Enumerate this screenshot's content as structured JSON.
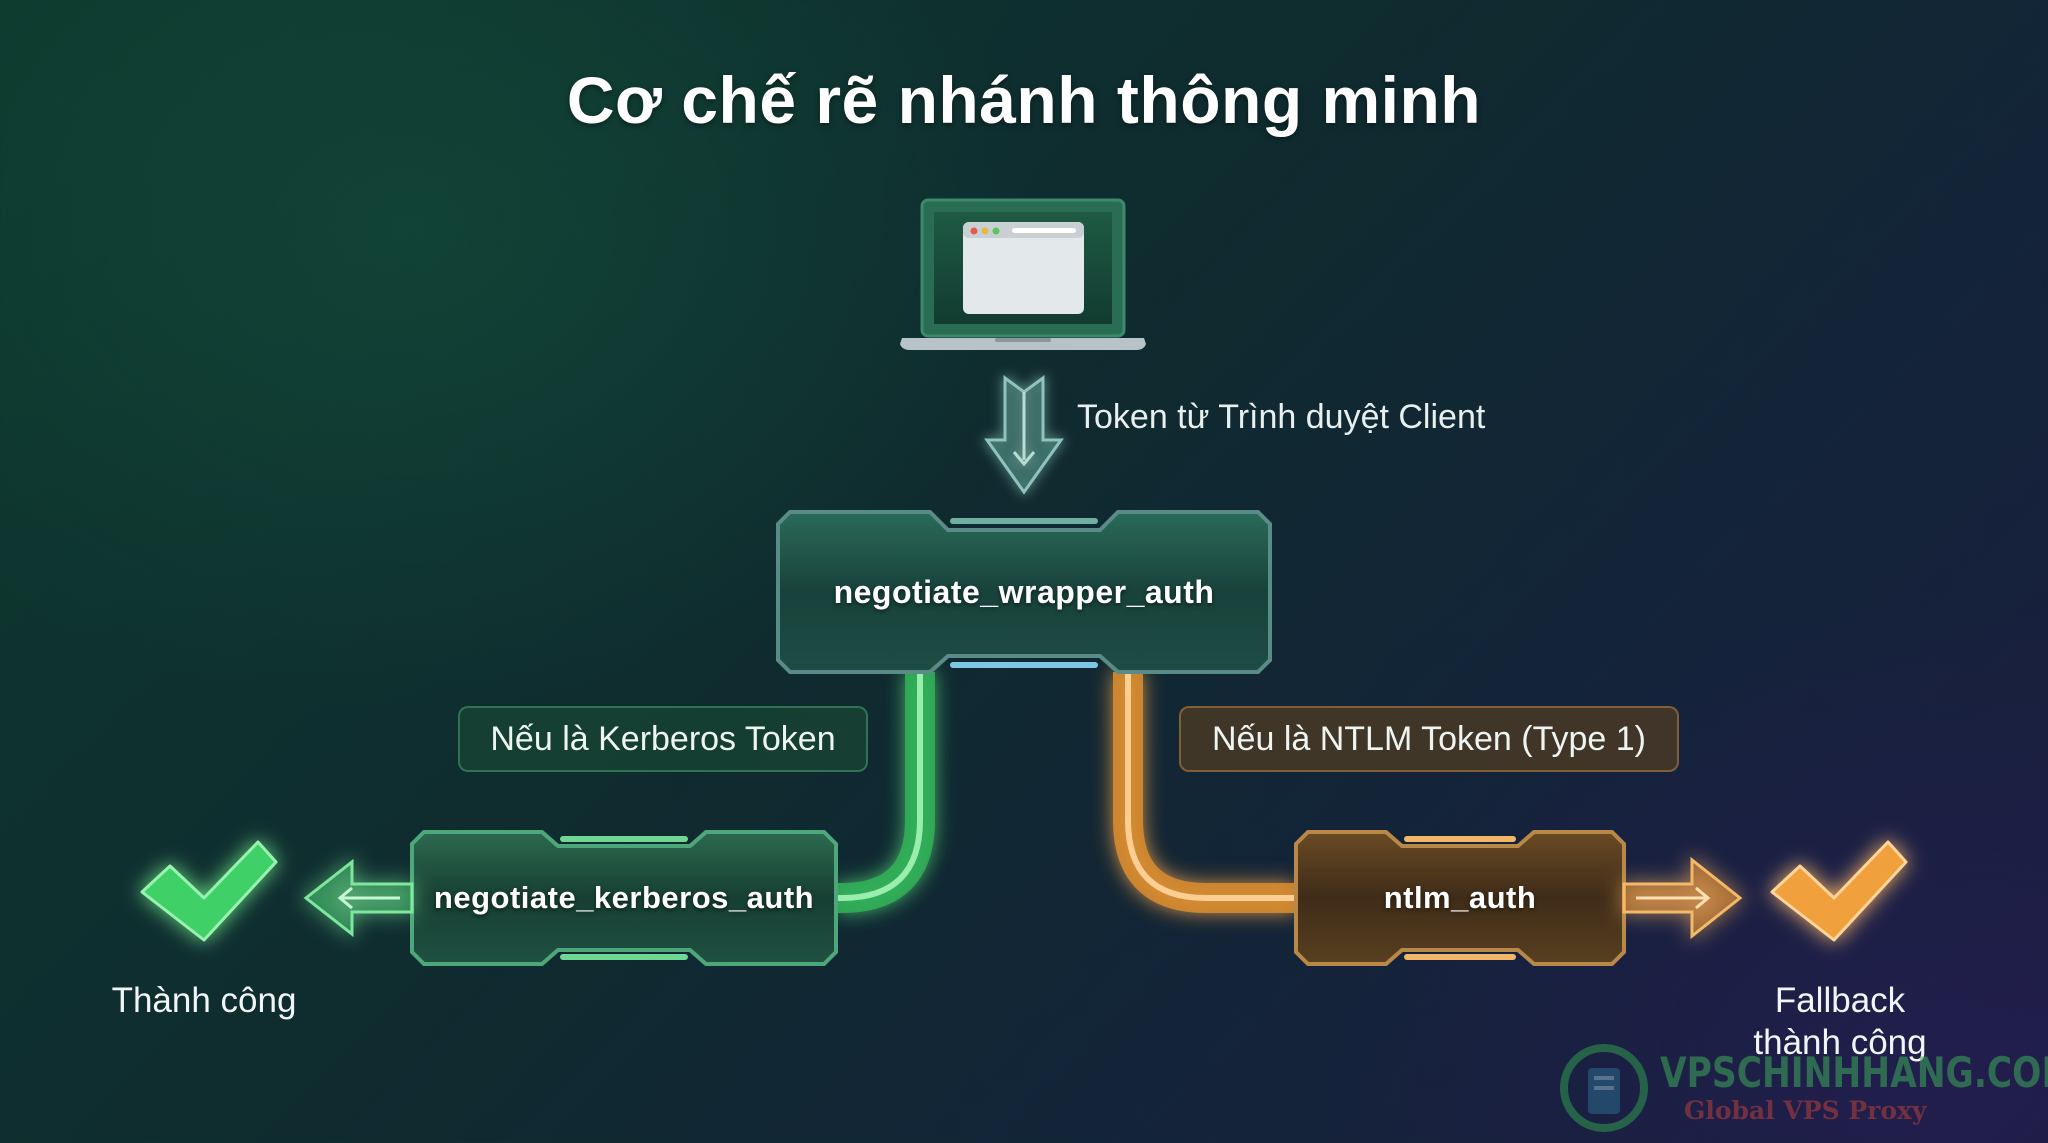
{
  "title": "Cơ chế rẽ nhánh thông minh",
  "input": {
    "label": "Token từ Trình duyệt Client",
    "icon": "laptop-browser-icon"
  },
  "nodes": {
    "main": "negotiate_wrapper_auth",
    "kerberos": "negotiate_kerberos_auth",
    "ntlm": "ntlm_auth"
  },
  "conditions": {
    "kerberos": "Nếu là Kerberos Token",
    "ntlm": "Nếu là NTLM Token (Type 1)"
  },
  "results": {
    "success": "Thành công",
    "fallback_line1": "Fallback",
    "fallback_line2": "thành công"
  },
  "watermark": {
    "brand": "VPSCHINHHANG.COM",
    "tagline": "Global VPS Proxy"
  },
  "colors": {
    "kerberos_branch": "#4fe07a",
    "ntlm_branch": "#f0a040",
    "main_node": "#1d5a4a",
    "arrow_input": "#7fb6b0"
  }
}
